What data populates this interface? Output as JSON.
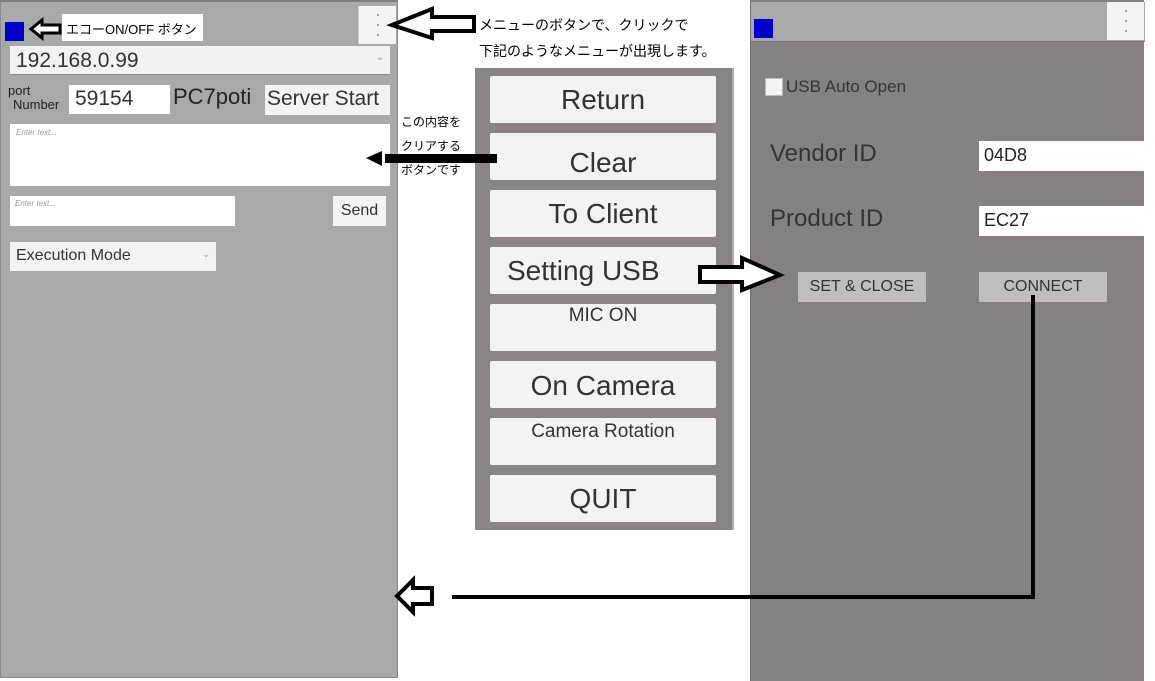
{
  "left_panel": {
    "ip_address": "192.168.0.99",
    "port_label_line1": "port",
    "port_label_line2": "Number",
    "port_value": "59154",
    "device_name": "PC7poti",
    "server_start_label": "Server Start",
    "log_placeholder": "Enter text...",
    "message_placeholder": "Enter text...",
    "send_label": "Send",
    "mode_select_value": "Execution Mode",
    "echo_toggle_color": "#0000cc"
  },
  "annotations": {
    "echo_note": "エコーON/OFF ボタン",
    "menu_note_line1": "メニューのボタンで、クリックで",
    "menu_note_line2": "下記のようなメニューが出現します。",
    "clear_note_line1": "この内容を",
    "clear_note_line2": "クリアする",
    "clear_note_line3": "ボタンです"
  },
  "menu": {
    "items": [
      {
        "label": "Return"
      },
      {
        "label": "Clear"
      },
      {
        "label": "To Client"
      },
      {
        "label": "Setting USB"
      },
      {
        "label": "MIC ON"
      },
      {
        "label": "On Camera"
      },
      {
        "label": "Camera Rotation"
      },
      {
        "label": "QUIT"
      }
    ]
  },
  "usb_settings": {
    "auto_open_label": "USB Auto Open",
    "auto_open_checked": false,
    "vendor_id_label": "Vendor ID",
    "vendor_id_value": "04D8",
    "product_id_label": "Product ID",
    "product_id_value": "EC27",
    "set_close_label": "SET & CLOSE",
    "connect_label": "CONNECT"
  },
  "colors": {
    "left_bg": "#a9a9a9",
    "menu_bg": "#8a8484",
    "right_bg": "#878080",
    "accent_blue": "#0000cc"
  }
}
